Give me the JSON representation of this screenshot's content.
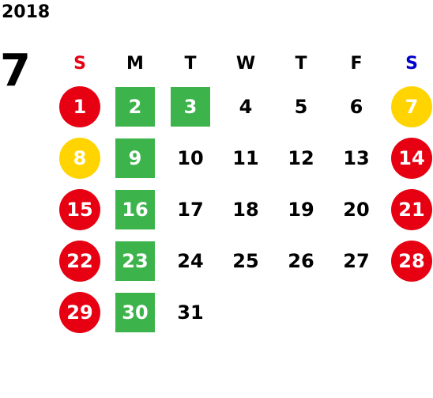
{
  "year": "2018",
  "month": "7",
  "colors": {
    "sunday_header": "#e60012",
    "saturday_header": "#0000cc",
    "weekday_header": "#000000",
    "holiday_red": "#e60012",
    "holiday_yellow": "#ffd400",
    "green": "#3cb44b",
    "plain_text": "#000000",
    "marked_text": "#ffffff"
  },
  "weekdays": [
    {
      "label": "S",
      "style": "sunday"
    },
    {
      "label": "M",
      "style": "weekday"
    },
    {
      "label": "T",
      "style": "weekday"
    },
    {
      "label": "W",
      "style": "weekday"
    },
    {
      "label": "T",
      "style": "weekday"
    },
    {
      "label": "F",
      "style": "weekday"
    },
    {
      "label": "S",
      "style": "saturday"
    }
  ],
  "weeks": [
    [
      {
        "day": "1",
        "mark": "red-circle"
      },
      {
        "day": "2",
        "mark": "green-square"
      },
      {
        "day": "3",
        "mark": "green-square"
      },
      {
        "day": "4",
        "mark": "none"
      },
      {
        "day": "5",
        "mark": "none"
      },
      {
        "day": "6",
        "mark": "none"
      },
      {
        "day": "7",
        "mark": "yellow-circle"
      }
    ],
    [
      {
        "day": "8",
        "mark": "yellow-circle"
      },
      {
        "day": "9",
        "mark": "green-square"
      },
      {
        "day": "10",
        "mark": "none"
      },
      {
        "day": "11",
        "mark": "none"
      },
      {
        "day": "12",
        "mark": "none"
      },
      {
        "day": "13",
        "mark": "none"
      },
      {
        "day": "14",
        "mark": "red-circle"
      }
    ],
    [
      {
        "day": "15",
        "mark": "red-circle"
      },
      {
        "day": "16",
        "mark": "green-square"
      },
      {
        "day": "17",
        "mark": "none"
      },
      {
        "day": "18",
        "mark": "none"
      },
      {
        "day": "19",
        "mark": "none"
      },
      {
        "day": "20",
        "mark": "none"
      },
      {
        "day": "21",
        "mark": "red-circle"
      }
    ],
    [
      {
        "day": "22",
        "mark": "red-circle"
      },
      {
        "day": "23",
        "mark": "green-square"
      },
      {
        "day": "24",
        "mark": "none"
      },
      {
        "day": "25",
        "mark": "none"
      },
      {
        "day": "26",
        "mark": "none"
      },
      {
        "day": "27",
        "mark": "none"
      },
      {
        "day": "28",
        "mark": "red-circle"
      }
    ],
    [
      {
        "day": "29",
        "mark": "red-circle"
      },
      {
        "day": "30",
        "mark": "green-square"
      },
      {
        "day": "31",
        "mark": "none"
      }
    ]
  ]
}
